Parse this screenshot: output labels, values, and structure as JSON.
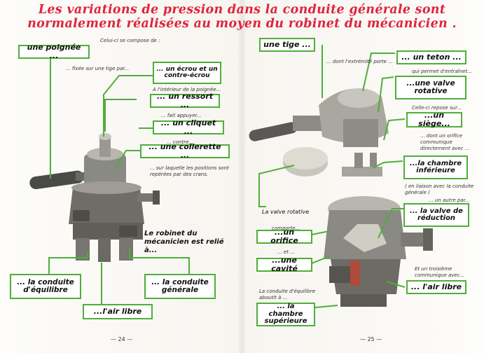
{
  "heading": {
    "line1": "Les variations de pression dans la conduite générale sont",
    "line2": "normalement réalisées au moyen du robinet du mécanicien ."
  },
  "left": {
    "intro": "Celui-ci se compose de :",
    "poignee": "une poignée ...",
    "fixee": "... fixée sur une tige par...",
    "ecrou": "... un écrou et un contre-écrou",
    "interieur": "A l'intérieur de la poignée...",
    "ressort": "... un ressort ...",
    "appuyer": "... fait appuyer...",
    "cliquet": "... un cliquet ...",
    "contre": "... contre...",
    "collerette": "... une collerette ...",
    "positions": "... sur laquelle les positions sont repérées par des crans.",
    "relie": "Le robinet du mécanicien est relié à...",
    "equilibre": "... la conduite d'équilibre",
    "generale": "... la conduite générale",
    "airlibre": "...l'air libre",
    "page": "— 24 —"
  },
  "right": {
    "tige": "une tige ...",
    "extremite": "... dont l'extrémité porte ...",
    "teton": "... un teton ...",
    "entrainer": "qui permet d'entraînet...",
    "valve_rotative": "...une valve rotative",
    "repose": "Celle-ci repose sur...",
    "siege": "...un siège...",
    "orifice_txt": "... dont un orifice communique directement avec ...",
    "chambre_inf": "...la chambre inférieure",
    "liaison": "( en liaison avec la conduite générale )",
    "autre": "... un autre par...",
    "reduction": "... la valve de réduction",
    "valve_label": "La valve rotative",
    "comporte": "comporte...",
    "orifice": "...un orifice",
    "et": "... et ...",
    "cavite": "...une cavité",
    "equilibre_txt": "La conduite d'équilibre aboutit à ...",
    "chambre_sup": "... la chambre supérieure",
    "troisieme": "Et un troisième communique avec...",
    "airlibre": "... l'air libre",
    "page": "— 25 —"
  },
  "colors": {
    "title": "#e0243d",
    "box_border": "#4fae3a",
    "text": "#111111"
  }
}
